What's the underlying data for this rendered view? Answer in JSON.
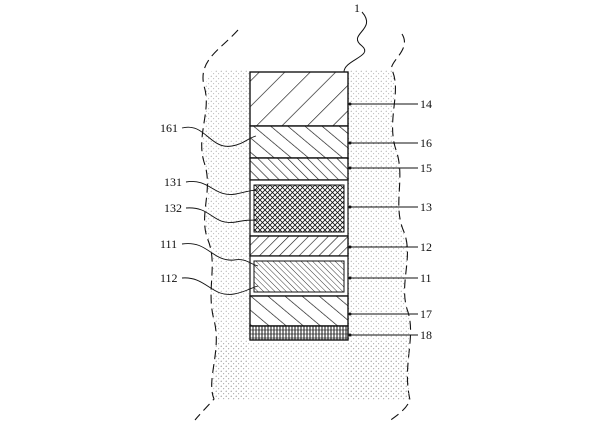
{
  "diagram": {
    "title_ref": "1",
    "left_labels": [
      "161",
      "131",
      "132",
      "111",
      "112"
    ],
    "right_labels": [
      "14",
      "16",
      "15",
      "13",
      "12",
      "11",
      "17",
      "18"
    ]
  }
}
